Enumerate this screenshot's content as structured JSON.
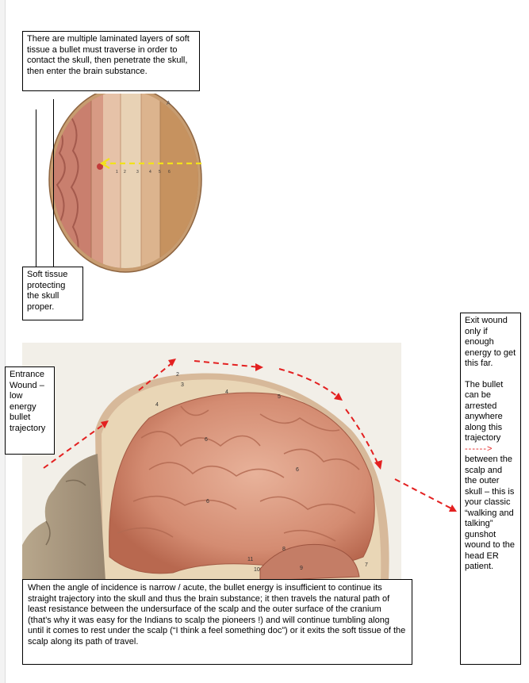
{
  "notes": {
    "top": "There are multiple laminated layers of soft tissue a bullet must traverse in order to contact the skull, then penetrate the skull, then enter the brain substance.",
    "soft_tissue": "Soft tissue protecting the skull proper.",
    "entrance": "Entrance Wound – low energy bullet trajectory",
    "exit_p1": "Exit wound only if enough energy to get this far.",
    "exit_p2_a": "The bullet can be arrested anywhere along this trajectory",
    "exit_arrow": "------>",
    "exit_p2_b": "between the scalp and the outer skull – this is your classic “walking and talking” gunshot wound to the head ER patient.",
    "bottom": "When the angle of incidence is narrow / acute, the bullet energy is insufficient to continue its straight trajectory into the skull and thus the brain substance; it then travels the natural path of least resistance between the undersurface of the scalp and the outer surface of the cranium (that’s why it was easy for the Indians to scalp the pioneers !) and will continue tumbling along until it comes to rest under the scalp (“I think a feel something doc”) or it exits the soft tissue of the scalp along its path of travel."
  },
  "figure_top": {
    "letter": "A",
    "labels": [
      "1",
      "2",
      "3",
      "4",
      "5",
      "6"
    ]
  },
  "figure_bottom": {
    "labels": [
      "2",
      "3",
      "4",
      "4",
      "5",
      "6",
      "6",
      "6",
      "7",
      "8",
      "9",
      "10",
      "11"
    ]
  },
  "colors": {
    "trajectory_red": "#e32020",
    "trajectory_yellow": "#f2e21a",
    "brain": "#d9957c",
    "skull": "#c9a57c"
  }
}
